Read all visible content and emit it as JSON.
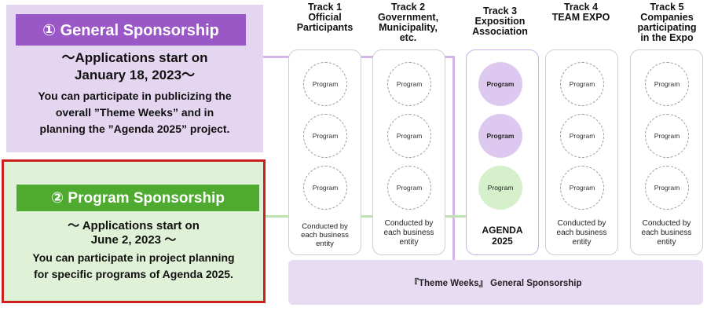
{
  "general": {
    "title": "① General Sponsorship",
    "date_line1": "～Applications start on",
    "date_line2": "January 18, 2023～",
    "desc_line1": "You can participate in publicizing the",
    "desc_line2": "overall ”Theme Weeks” and in",
    "desc_line3": "planning the ”Agenda 2025” project."
  },
  "program": {
    "title": "② Program Sponsorship",
    "date_line1": "～ Applications start on",
    "date_line2": "June 2, 2023 ～",
    "desc_line1": "You can participate in project planning",
    "desc_line2": "for specific programs of Agenda 2025."
  },
  "tracks": [
    {
      "line1": "Track 1",
      "line2": "Official",
      "line3": "Participants",
      "line4": ""
    },
    {
      "line1": "Track 2",
      "line2": "Government,",
      "line3": "Municipality,",
      "line4": "etc."
    },
    {
      "line1": "Track 3",
      "line2": "Exposition",
      "line3": "Association",
      "line4": ""
    },
    {
      "line1": "Track 4",
      "line2": "TEAM EXPO",
      "line3": "",
      "line4": ""
    },
    {
      "line1": "Track 5",
      "line2": "Companies",
      "line3": "participating",
      "line4": "in the Expo"
    }
  ],
  "program_label": "Program",
  "conducted": {
    "line1": "Conducted by",
    "line2": "each business",
    "line3": "entity"
  },
  "agenda": {
    "line1": "AGENDA",
    "line2": "2025"
  },
  "theme_bar": "『Theme Weeks』 General Sponsorship"
}
